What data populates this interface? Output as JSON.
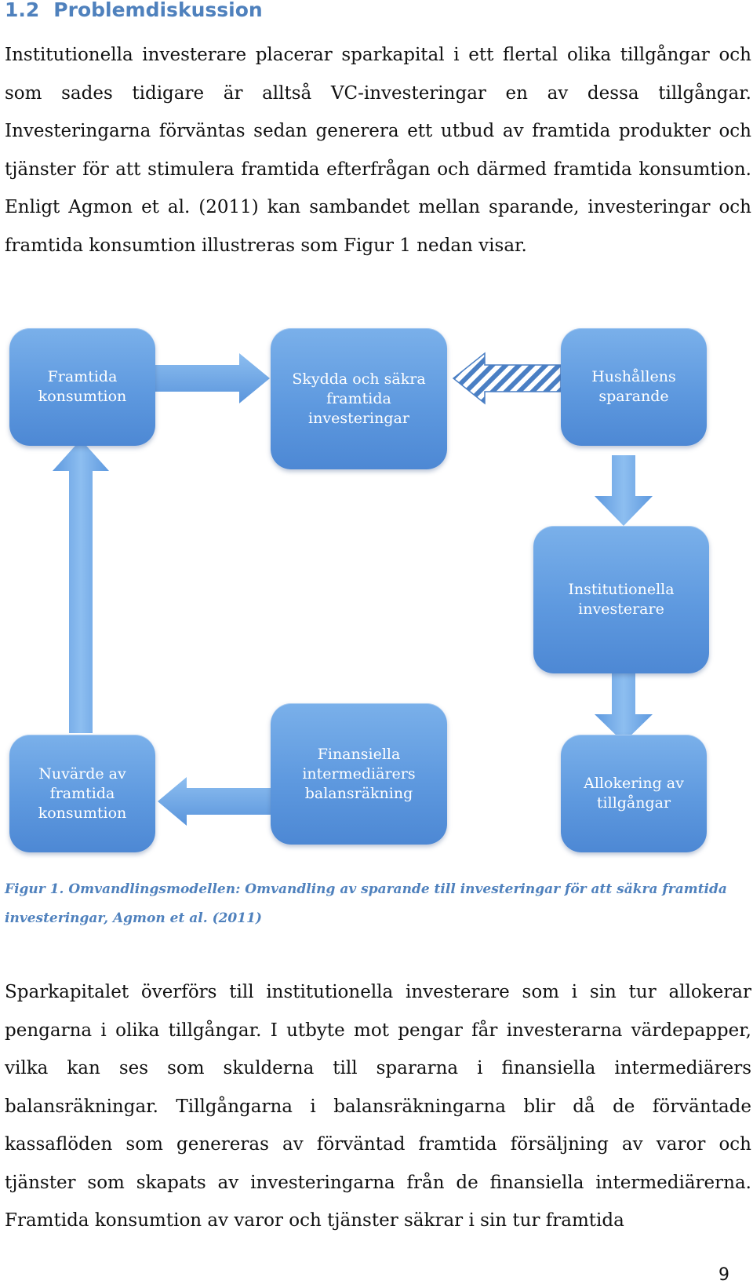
{
  "section": {
    "number": "1.2",
    "title": "Problemdiskussion"
  },
  "paragraph1": "Institutionella investerare placerar sparkapital i ett flertal olika tillgångar och som sades tidigare är alltså VC-investeringar en av dessa tillgångar. Investeringarna förväntas sedan generera ett utbud av framtida produkter och tjänster för att stimulera framtida efterfrågan och därmed framtida konsumtion. Enligt Agmon et al. (2011) kan sambandet mellan sparande, investeringar och framtida konsumtion illustreras som Figur 1 nedan visar.",
  "diagram": {
    "boxes": {
      "framtida_konsumtion": "Framtida konsumtion",
      "skydda": "Skydda och säkra framtida investeringar",
      "hushallens": "Hushållens sparande",
      "institutionella": "Institutionella investerare",
      "allokering": "Allokering av tillgångar",
      "finansiella": "Finansiella intermediärers balansräkning",
      "nuvarde": "Nuvärde av framtida konsumtion"
    },
    "colors": {
      "box": "#5e99df",
      "arrow": "#6aa6e8",
      "hatch": "#4a7fc4"
    }
  },
  "caption": "Figur 1. Omvandlingsmodellen: Omvandling av sparande till investeringar för att säkra framtida investeringar, Agmon et al. (2011)",
  "paragraph2": "Sparkapitalet överförs till institutionella investerare som i sin tur allokerar pengarna i olika tillgångar. I utbyte mot pengar får investerarna värdepapper, vilka kan ses som skulderna till spararna i finansiella intermediärers balansräkningar. Tillgångarna i balansräkningarna blir då de förväntade kassaflöden som genereras av förväntad framtida försäljning av varor och tjänster som skapats av investeringarna från de finansiella intermediärerna. Framtida konsumtion av varor och tjänster säkrar i sin tur framtida",
  "page_number": "9"
}
